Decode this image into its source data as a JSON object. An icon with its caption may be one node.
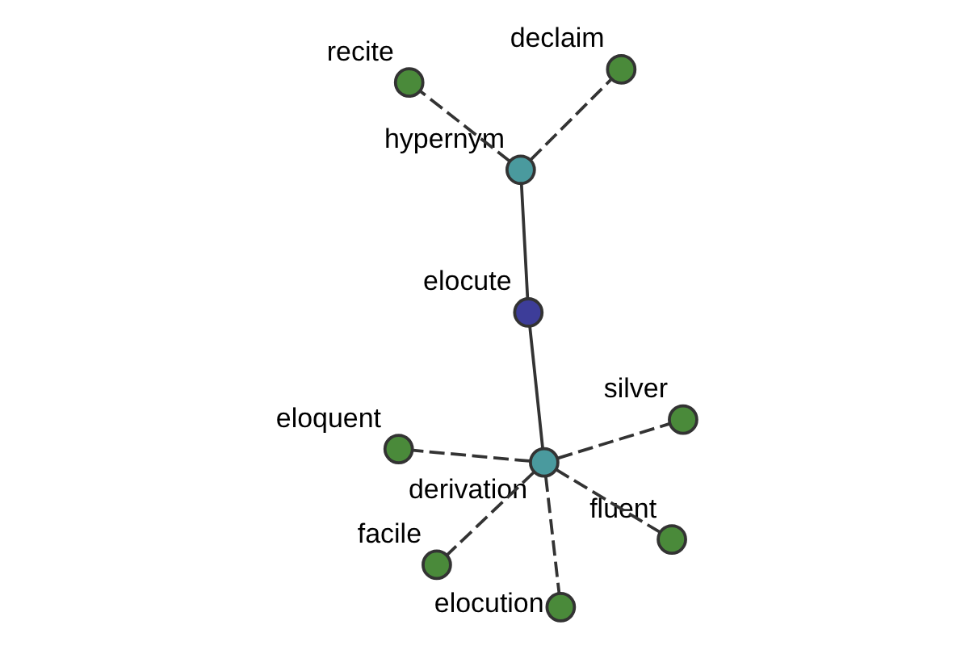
{
  "diagram": {
    "nodes": [
      {
        "text": [
          "elocute"
        ]
      },
      {
        "text": [
          "hypernym"
        ]
      },
      {
        "text": [
          "derivation"
        ]
      },
      {
        "text": [
          "recite"
        ]
      },
      {
        "text": [
          "declaim"
        ]
      },
      {
        "text": [
          "eloquent"
        ]
      },
      {
        "text": [
          "facile"
        ]
      },
      {
        "text": [
          "fluent"
        ]
      },
      {
        "text": [
          "silver"
        ]
      },
      {
        "text": [
          "elocution"
        ]
      }
    ],
    "edges": [
      {
        "from": 0,
        "to": 1,
        "arrow": "none"
      },
      {
        "from": 0,
        "to": 2,
        "arrow": "none"
      },
      {
        "from": 1,
        "to": 3,
        "arrow": "none",
        "style": "dashed"
      },
      {
        "from": 1,
        "to": 4,
        "arrow": "none",
        "style": "dashed"
      },
      {
        "from": 2,
        "to": 5,
        "arrow": "none",
        "style": "dashed"
      },
      {
        "from": 2,
        "to": 6,
        "arrow": "none",
        "style": "dashed"
      },
      {
        "from": 2,
        "to": 7,
        "arrow": "none",
        "style": "dashed"
      },
      {
        "from": 2,
        "to": 8,
        "arrow": "none",
        "style": "dashed"
      },
      {
        "from": 2,
        "to": 9,
        "arrow": "none",
        "style": "dashed"
      }
    ]
  }
}
